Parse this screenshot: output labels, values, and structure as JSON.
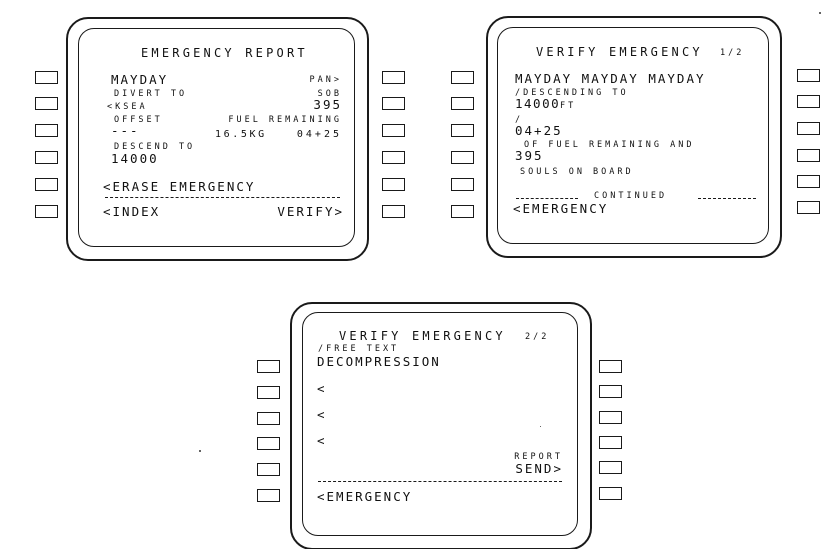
{
  "report": {
    "title": "EMERGENCY REPORT",
    "mayday": "MAYDAY",
    "pan": "PAN>",
    "divert_label": "DIVERT TO",
    "sob_label": "SOB",
    "divert_value": "<KSEA",
    "sob_value": "395",
    "offset_label": "OFFSET",
    "fuel_label": "FUEL REMAINING",
    "offset_value": "---",
    "fuel_value": "16.5KG",
    "fuel_time": "04+25",
    "descend_label": "DESCEND TO",
    "descend_value": "14000",
    "erase": "<ERASE EMERGENCY",
    "index": "<INDEX",
    "verify": "VERIFY>"
  },
  "verify1": {
    "title": "VERIFY EMERGENCY",
    "page": "1/2",
    "line1": "MAYDAY MAYDAY MAYDAY",
    "line2": "/DESCENDING TO",
    "line3_value": "14000",
    "line3_unit": "FT",
    "line4": "/",
    "line5": "04+25",
    "line6": "OF FUEL REMAINING AND",
    "line7": "395",
    "line8": "SOULS ON BOARD",
    "continued": "CONTINUED",
    "emergency": "<EMERGENCY"
  },
  "verify2": {
    "title": "VERIFY EMERGENCY",
    "page": "2/2",
    "free_text_label": "/FREE TEXT",
    "free_text_value": "DECOMPRESSION",
    "prompt1": "<",
    "prompt2": "<",
    "prompt3": "<",
    "report_label": "REPORT",
    "send": "SEND>",
    "emergency": "<EMERGENCY"
  }
}
